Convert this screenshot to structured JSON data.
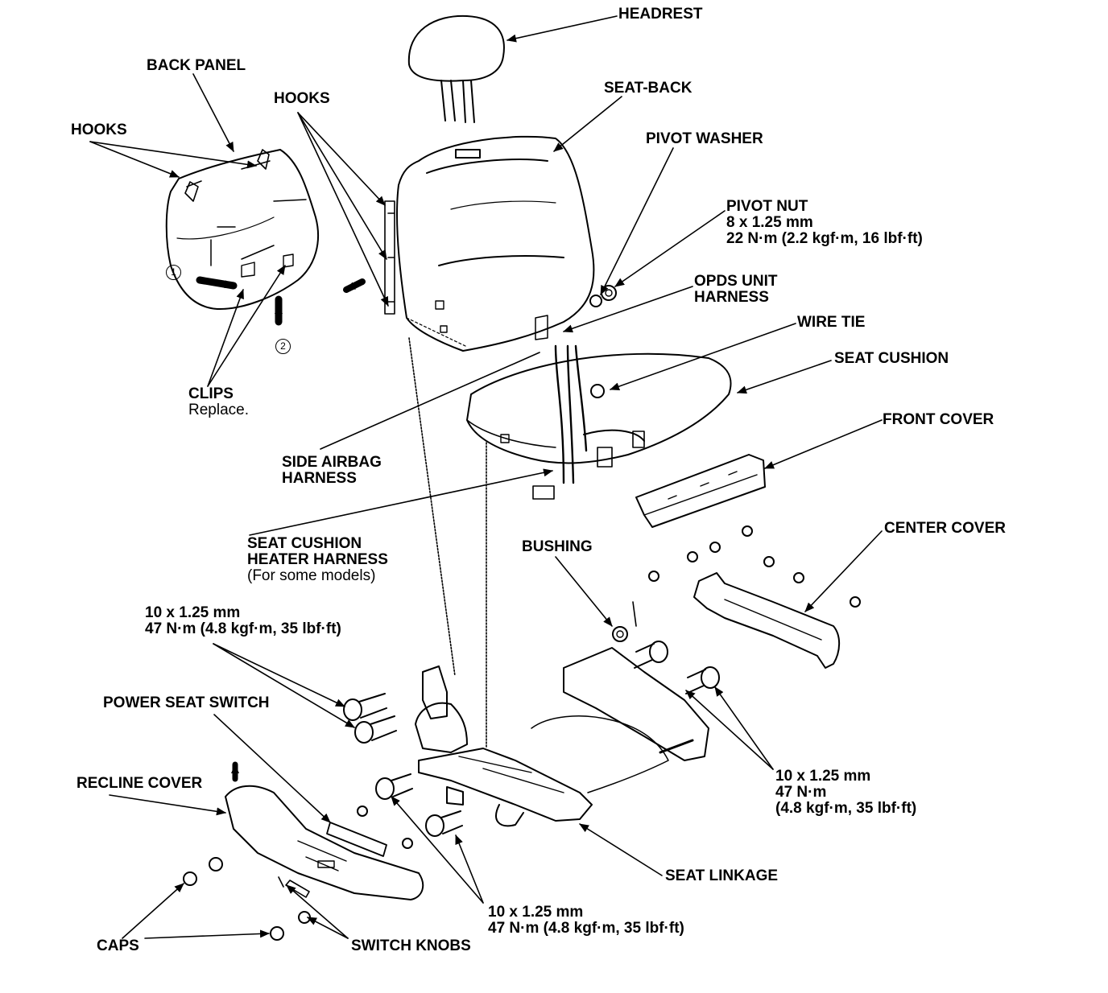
{
  "labels": {
    "headrest": "HEADREST",
    "back_panel": "BACK PANEL",
    "hooks_left": "HOOKS",
    "hooks_center": "HOOKS",
    "seat_back": "SEAT-BACK",
    "pivot_washer": "PIVOT WASHER",
    "pivot_nut": {
      "title": "PIVOT NUT",
      "size": "8 x 1.25 mm",
      "torque": "22 N·m (2.2 kgf·m, 16 lbf·ft)"
    },
    "opds_harness": {
      "line1": "OPDS UNIT",
      "line2": "HARNESS"
    },
    "wire_tie": "WIRE TIE",
    "seat_cushion": "SEAT CUSHION",
    "clips": {
      "title": "CLIPS",
      "note": "Replace."
    },
    "side_airbag_harness": {
      "line1": "SIDE AIRBAG",
      "line2": "HARNESS"
    },
    "front_cover": "FRONT COVER",
    "center_cover": "CENTER COVER",
    "heater_harness": {
      "line1": "SEAT CUSHION",
      "line2": "HEATER HARNESS",
      "note": "(For some models)"
    },
    "bushing": "BUSHING",
    "bolt_left_spec": {
      "size": "10 x 1.25 mm",
      "torque": "47 N·m (4.8 kgf·m, 35 lbf·ft)"
    },
    "power_seat_switch": "POWER SEAT SWITCH",
    "recline_cover": "RECLINE COVER",
    "bolt_right_spec": {
      "size": "10 x 1.25 mm",
      "torque_nm": "47 N·m",
      "torque_other": "(4.8 kgf·m, 35 lbf·ft)"
    },
    "seat_linkage": "SEAT LINKAGE",
    "bolt_bottom_spec": {
      "size": "10 x 1.25 mm",
      "torque": "47 N·m (4.8 kgf·m, 35 lbf·ft)"
    },
    "caps": "CAPS",
    "switch_knobs": "SWITCH KNOBS",
    "step_1": "1",
    "step_2": "2"
  }
}
